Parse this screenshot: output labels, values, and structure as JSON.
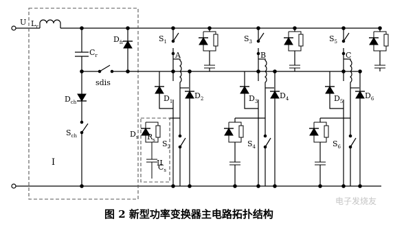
{
  "labels": {
    "input": "U",
    "inductor_base": "L",
    "inductor_sub": "r",
    "capacitor_base": "C",
    "capacitor_sub": "r",
    "free_diode_base": "D",
    "free_diode_sub": "fr",
    "discharge_switch": "sdis",
    "charge_diode_base": "D",
    "charge_diode_sub": "ch",
    "charge_switch_base": "S",
    "charge_switch_sub": "ch",
    "region_one": "I",
    "region_two": "II",
    "snubber_diode_base": "D",
    "snubber_diode_sub": "s",
    "snubber_res_base": "R",
    "snubber_res_sub": "s",
    "snubber_cap_base": "C",
    "snubber_cap_sub": "s"
  },
  "phases": [
    {
      "name": "A",
      "upper_switch": "1",
      "lower_switch": "2",
      "upper_diode": "1",
      "lower_diode": "2"
    },
    {
      "name": "B",
      "upper_switch": "3",
      "lower_switch": "4",
      "upper_diode": "3",
      "lower_diode": "4"
    },
    {
      "name": "C",
      "upper_switch": "5",
      "lower_switch": "6",
      "upper_diode": "5",
      "lower_diode": "6"
    }
  ],
  "caption": "图 2  新型功率变换器主电路拓扑结构",
  "watermark": "电子发烧友"
}
